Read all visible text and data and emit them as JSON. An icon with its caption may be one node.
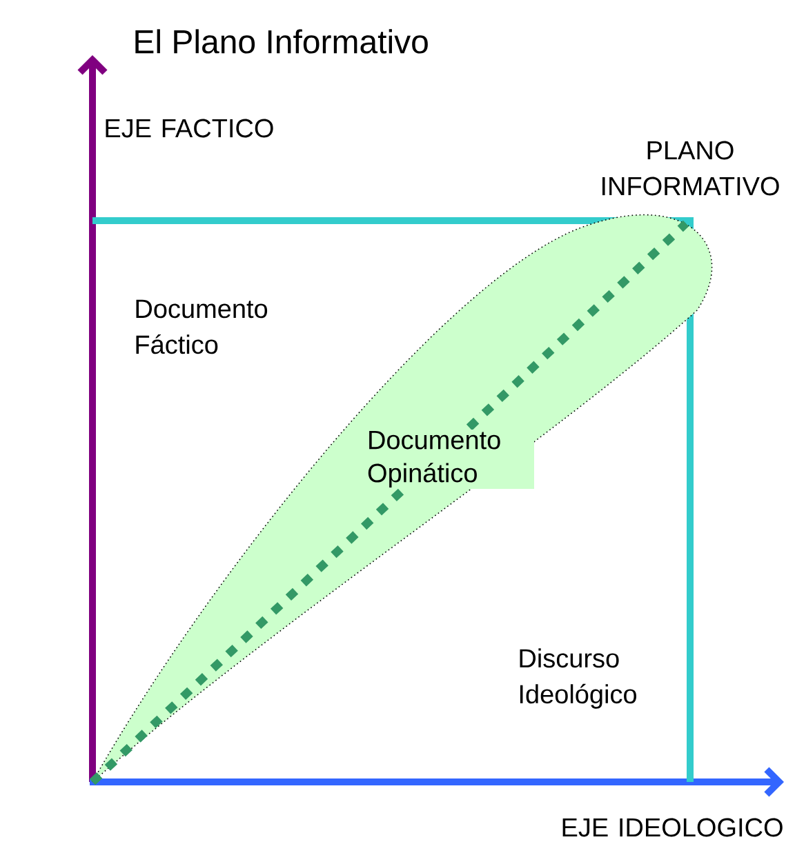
{
  "diagram": {
    "title": "El Plano Informativo",
    "nodes": [
      {
        "text": [
          "Documento Opinático"
        ]
      }
    ],
    "labels": [
      "EJE FACTICO",
      "PLANO INFORMATIVO",
      "Documento Fáctico",
      "Discurso Ideológico",
      "EJE IDEOLOGICO"
    ]
  }
}
